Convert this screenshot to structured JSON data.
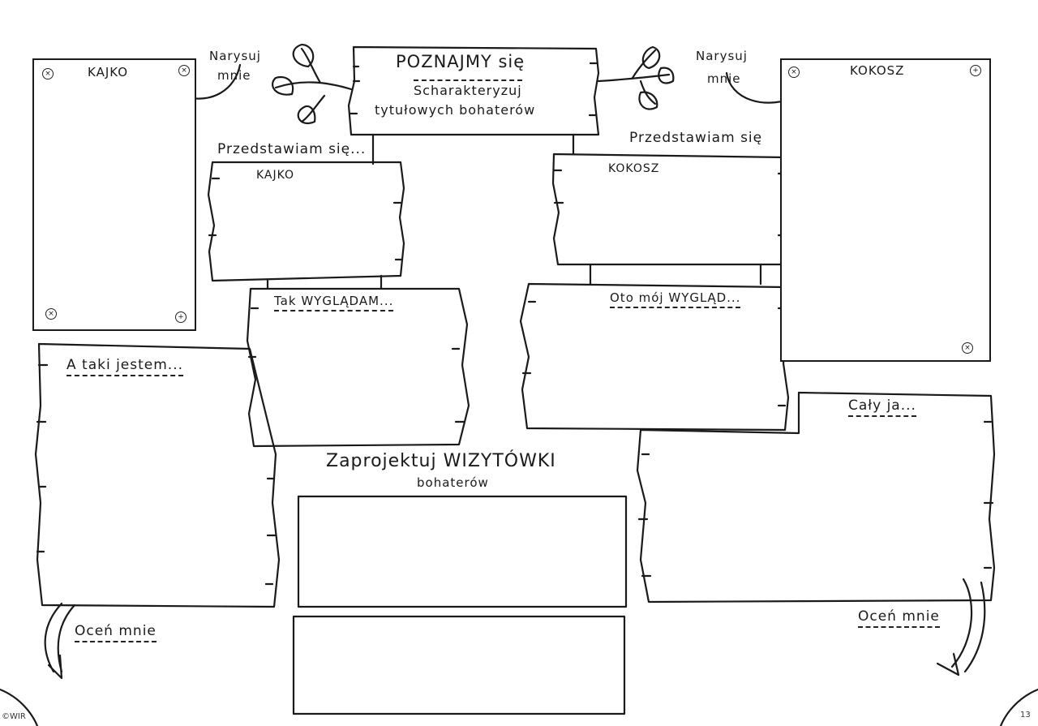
{
  "header": {
    "title": "POZNAJMY się",
    "subtitle_line1": "Scharakteryzuj",
    "subtitle_line2": "tytułowych bohaterów"
  },
  "left_portrait": {
    "label": "KAJKO",
    "prompt_line1": "Narysuj",
    "prompt_line2": "mnie"
  },
  "right_portrait": {
    "label": "KOKOSZ",
    "prompt_line1": "Narysuj",
    "prompt_line2": "mnie"
  },
  "left_intro": {
    "heading": "Przedstawiam się...",
    "name": "KAJKO"
  },
  "right_intro": {
    "heading": "Przedstawiam się",
    "name": "KOKOSZ"
  },
  "left_looks": {
    "heading": "Tak WYGLĄDAM..."
  },
  "right_looks": {
    "heading": "Oto mój WYGLĄD..."
  },
  "left_character": {
    "heading": "A taki jestem...",
    "rate": "Oceń mnie"
  },
  "right_character": {
    "heading": "Cały ja...",
    "rate": "Oceń mnie"
  },
  "cards": {
    "title": "Zaprojektuj WIZYTÓWKI",
    "subtitle": "bohaterów"
  },
  "footer": {
    "copyright": "©WIR",
    "page_number": "13"
  }
}
